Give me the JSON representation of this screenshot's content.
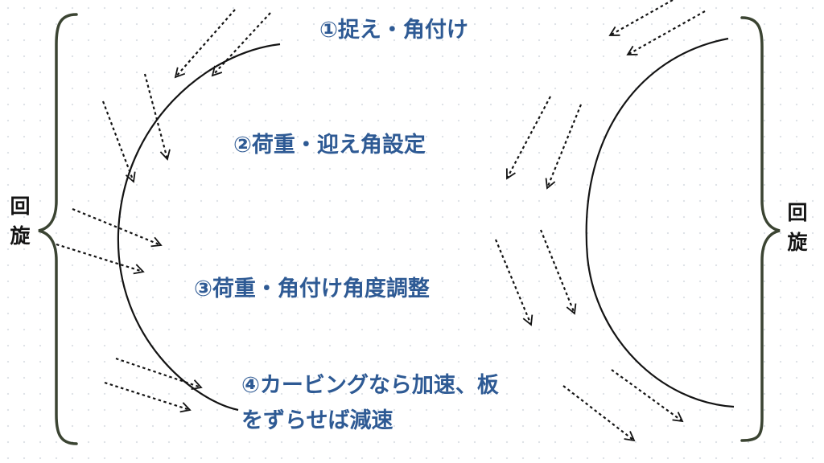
{
  "steps": [
    {
      "label": "①捉え・角付け"
    },
    {
      "label": "②荷重・迎え角設定"
    },
    {
      "label": "③荷重・角付け角度調整"
    },
    {
      "label": "④カービングなら加速、板",
      "label_line2": "をずらせば減速"
    }
  ],
  "left_brace": {
    "char1": "回",
    "char2": "旋"
  },
  "right_brace": {
    "char1": "回",
    "char2": "旋"
  },
  "colors": {
    "step_text": "#2e5a94",
    "lines": "#141414",
    "brace": "#3b4432",
    "grid_dot": "#dfe3e8"
  }
}
